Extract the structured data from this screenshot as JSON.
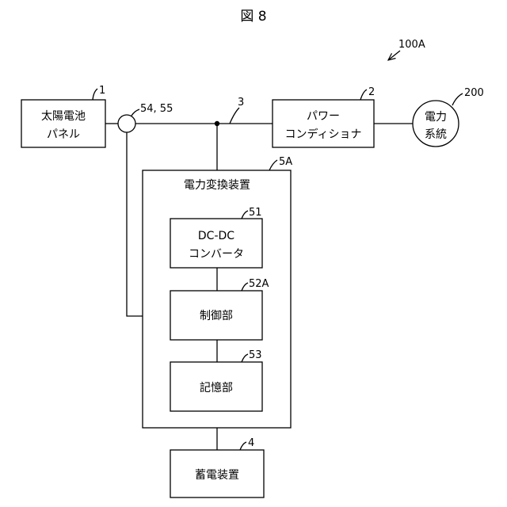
{
  "figure": {
    "title": "図 8",
    "system_ref": "100A"
  },
  "solar_panel": {
    "lines": [
      "太陽電池",
      "パネル"
    ],
    "ref": "1"
  },
  "sensor": {
    "ref": "54, 55"
  },
  "bus": {
    "ref": "3"
  },
  "power_conditioner": {
    "lines": [
      "パワー",
      "コンディショナ"
    ],
    "ref": "2"
  },
  "grid": {
    "lines": [
      "電力",
      "系統"
    ],
    "ref": "200"
  },
  "converter_device": {
    "label": "電力変換装置",
    "ref": "5A"
  },
  "dcdc": {
    "lines": [
      "DC-DC",
      "コンバータ"
    ],
    "ref": "51"
  },
  "controller": {
    "label": "制御部",
    "ref": "52A"
  },
  "memory": {
    "label": "記憶部",
    "ref": "53"
  },
  "storage": {
    "label": "蓄電装置",
    "ref": "4"
  }
}
